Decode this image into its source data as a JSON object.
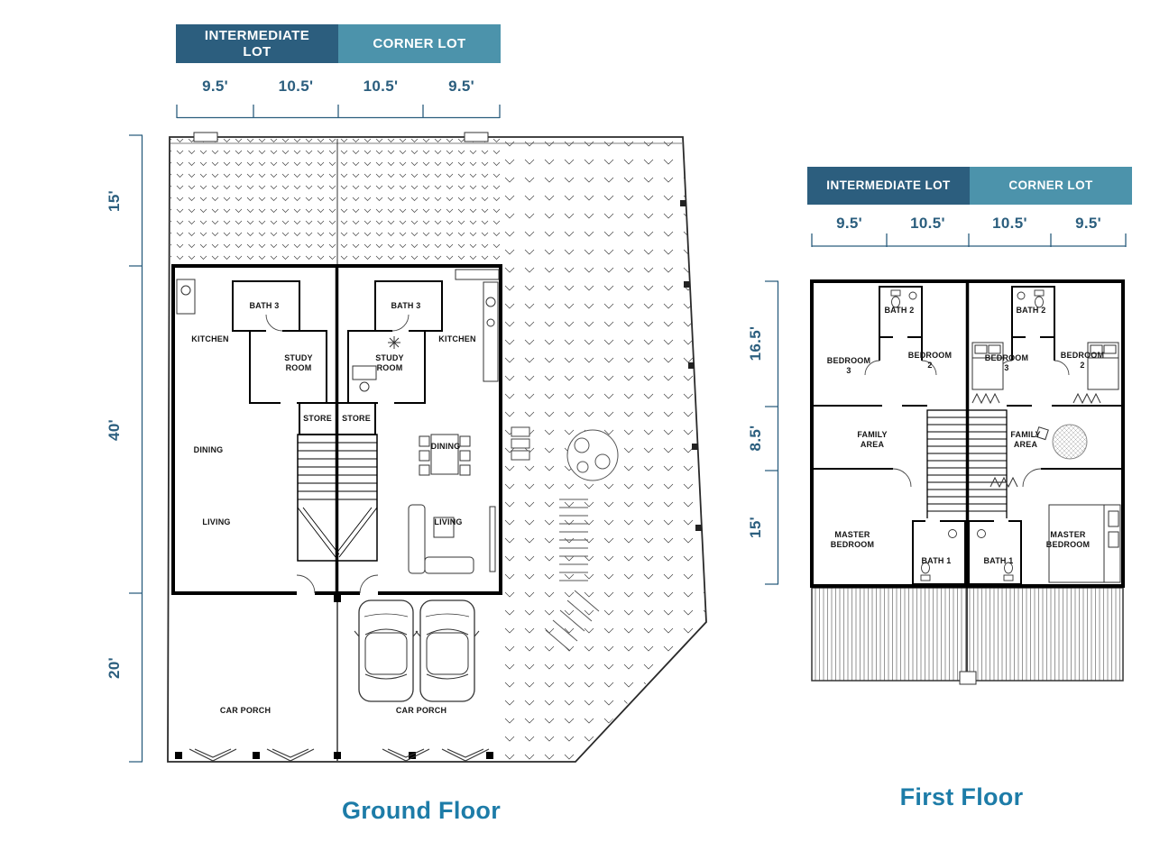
{
  "colors": {
    "intermediate_tab": "#2C5E7E",
    "corner_tab": "#4C93AB",
    "dimension_text": "#2B5E7E",
    "floor_title_text": "#1D7CA8",
    "wall": "#000000",
    "background": "#FFFFFF"
  },
  "ground_floor": {
    "title": "Ground Floor",
    "tabs": {
      "intermediate": "INTERMEDIATE LOT",
      "corner": "CORNER LOT"
    },
    "dims_top": [
      "9.5'",
      "10.5'",
      "10.5'",
      "9.5'"
    ],
    "dims_left": [
      "15'",
      "40'",
      "20'"
    ],
    "rooms": {
      "kitchen_left": "KITCHEN",
      "bath3_left": "BATH 3",
      "study_left": "STUDY ROOM",
      "store_left": "STORE",
      "store_right": "STORE",
      "bath3_right": "BATH 3",
      "study_right": "STUDY ROOM",
      "kitchen_right": "KITCHEN",
      "dining_left": "DINING",
      "dining_right": "DINING",
      "living_left": "LIVING",
      "living_right": "LIVING",
      "carporch_left": "CAR PORCH",
      "carporch_right": "CAR PORCH"
    }
  },
  "first_floor": {
    "title": "First Floor",
    "tabs": {
      "intermediate": "INTERMEDIATE LOT",
      "corner": "CORNER LOT"
    },
    "dims_top": [
      "9.5'",
      "10.5'",
      "10.5'",
      "9.5'"
    ],
    "dims_left": [
      "16.5'",
      "8.5'",
      "15'"
    ],
    "rooms": {
      "bath2_left": "BATH 2",
      "bedroom3_left": "BEDROOM 3",
      "bedroom2_left": "BEDROOM 2",
      "bath2_right": "BATH 2",
      "bedroom3_right": "BEDROOM 3",
      "bedroom2_right": "BEDROOM 2",
      "family_left": "FAMILY AREA",
      "family_right": "FAMILY AREA",
      "master_left": "MASTER BEDROOM",
      "master_right": "MASTER BEDROOM",
      "bath1_left": "BATH 1",
      "bath1_right": "BATH 1"
    }
  }
}
